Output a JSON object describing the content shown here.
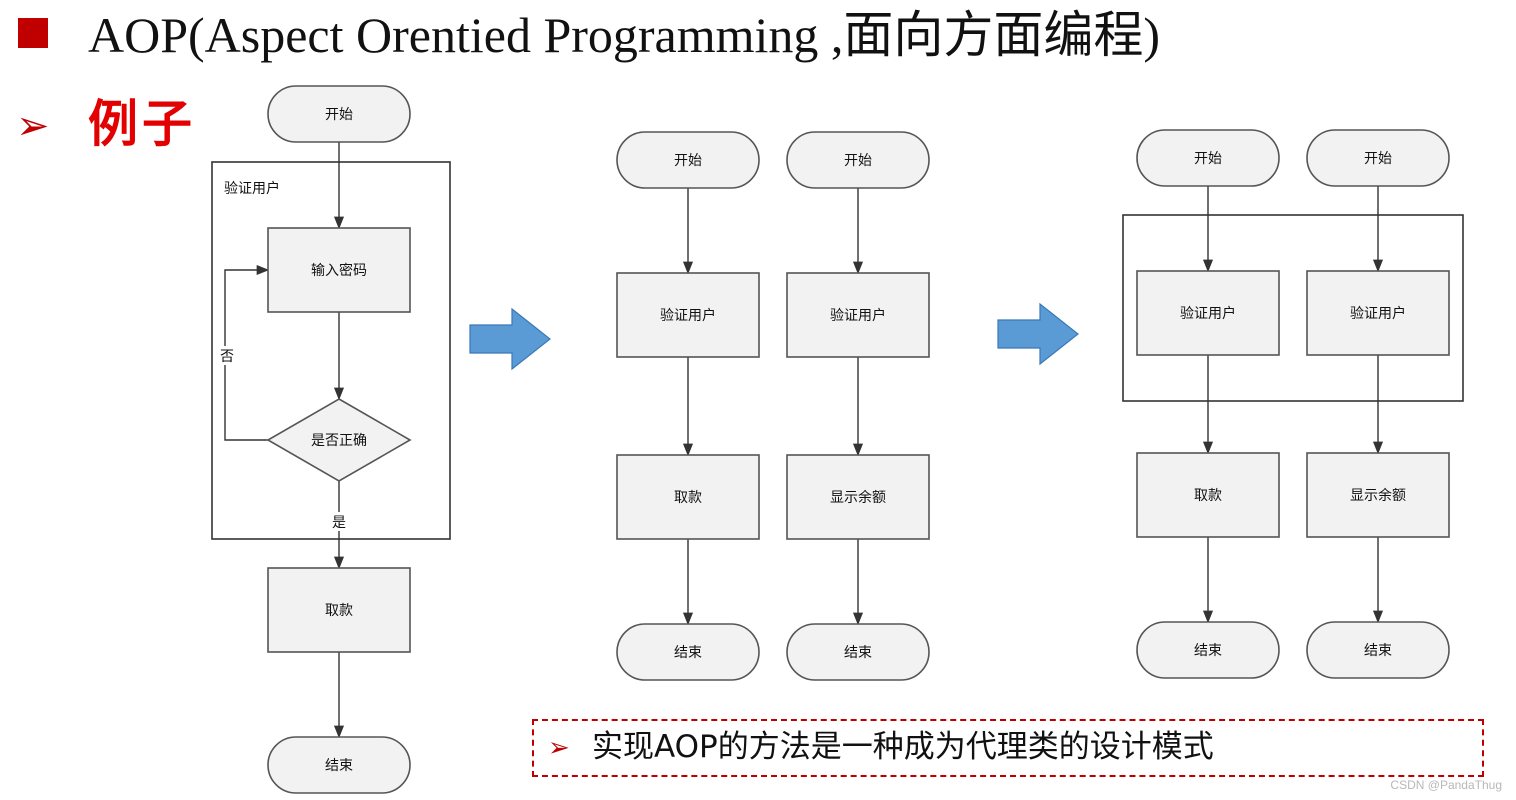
{
  "title": "AOP(Aspect Orentied Programming ,面向方面编程)",
  "title_bullet_color": "#c00000",
  "example": {
    "marker": "➢",
    "label": "例子"
  },
  "diagram": {
    "nodes": [
      {
        "id": "d1-start",
        "label": "开始"
      },
      {
        "id": "d1-input",
        "label": "输入密码"
      },
      {
        "id": "d1-check",
        "label": "是否正确"
      },
      {
        "id": "d1-withdraw",
        "label": "取款"
      },
      {
        "id": "d1-end",
        "label": "结束"
      },
      {
        "id": "d2a-start",
        "label": "开始"
      },
      {
        "id": "d2a-verify",
        "label": "验证用户"
      },
      {
        "id": "d2a-withdraw",
        "label": "取款"
      },
      {
        "id": "d2a-end",
        "label": "结束"
      },
      {
        "id": "d2b-start",
        "label": "开始"
      },
      {
        "id": "d2b-verify",
        "label": "验证用户"
      },
      {
        "id": "d2b-balance",
        "label": "显示余额"
      },
      {
        "id": "d2b-end",
        "label": "结束"
      },
      {
        "id": "d3a-start",
        "label": "开始"
      },
      {
        "id": "d3a-verify",
        "label": "验证用户"
      },
      {
        "id": "d3a-withdraw",
        "label": "取款"
      },
      {
        "id": "d3a-end",
        "label": "结束"
      },
      {
        "id": "d3b-start",
        "label": "开始"
      },
      {
        "id": "d3b-verify",
        "label": "验证用户"
      },
      {
        "id": "d3b-balance",
        "label": "显示余额"
      },
      {
        "id": "d3b-end",
        "label": "结束"
      }
    ],
    "edges": [
      {
        "from": "d1-start",
        "to": "d1-input"
      },
      {
        "from": "d1-input",
        "to": "d1-check"
      },
      {
        "from": "d1-check",
        "to": "d1-input",
        "label": "否"
      },
      {
        "from": "d1-check",
        "to": "d1-withdraw",
        "label": "是"
      },
      {
        "from": "d1-withdraw",
        "to": "d1-end"
      },
      {
        "from": "d2a-start",
        "to": "d2a-verify"
      },
      {
        "from": "d2a-verify",
        "to": "d2a-withdraw"
      },
      {
        "from": "d2a-withdraw",
        "to": "d2a-end"
      },
      {
        "from": "d2b-start",
        "to": "d2b-verify"
      },
      {
        "from": "d2b-verify",
        "to": "d2b-balance"
      },
      {
        "from": "d2b-balance",
        "to": "d2b-end"
      },
      {
        "from": "d3a-start",
        "to": "d3a-verify"
      },
      {
        "from": "d3a-verify",
        "to": "d3a-withdraw"
      },
      {
        "from": "d3a-withdraw",
        "to": "d3a-end"
      },
      {
        "from": "d3b-start",
        "to": "d3b-verify"
      },
      {
        "from": "d3b-verify",
        "to": "d3b-balance"
      },
      {
        "from": "d3b-balance",
        "to": "d3b-end"
      }
    ],
    "groups": [
      {
        "id": "d1-group",
        "label": "验证用户"
      },
      {
        "id": "d3-group",
        "label": ""
      }
    ],
    "arrow_color": "#5b9bd5"
  },
  "note": {
    "marker": "➢",
    "text": "实现AOP的方法是一种成为代理类的设计模式"
  },
  "watermark": "CSDN @PandaThug"
}
